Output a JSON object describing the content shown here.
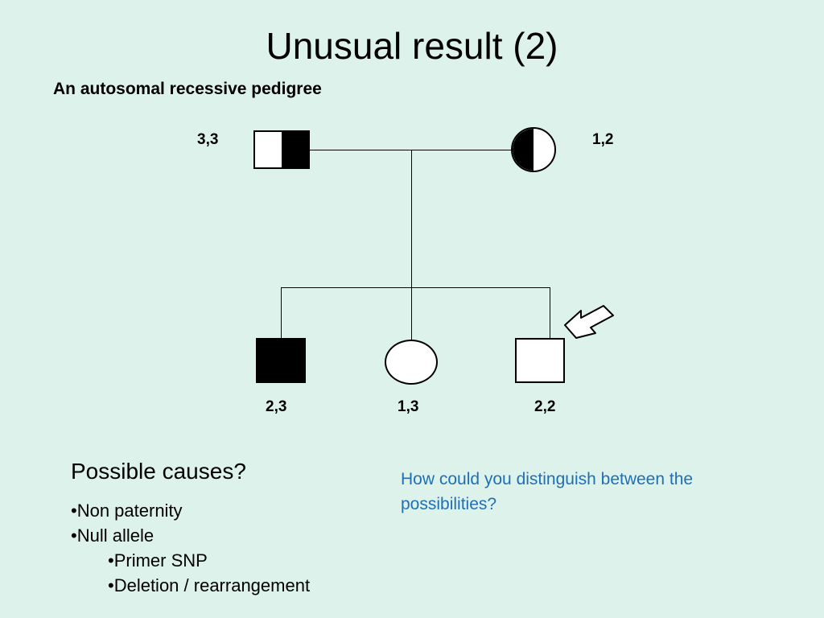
{
  "slide": {
    "title": "Unusual result (2)",
    "subtitle": "An autosomal recessive pedigree",
    "background_color": "#ddf2ea",
    "text_color": "#000000",
    "accent_color": "#1f6fb5"
  },
  "pedigree": {
    "father": {
      "label": "3,3",
      "shape": "square",
      "fill": "half-filled-right"
    },
    "mother": {
      "label": "1,2",
      "shape": "circle",
      "fill": "half-filled-left"
    },
    "children": [
      {
        "label": "2,3",
        "shape": "square",
        "fill": "filled"
      },
      {
        "label": "1,3",
        "shape": "circle",
        "fill": "empty"
      },
      {
        "label": "2,2",
        "shape": "square",
        "fill": "empty",
        "marker": "arrow-icon"
      }
    ]
  },
  "causes": {
    "heading": "Possible causes?",
    "items": [
      {
        "text": "•Non paternity",
        "level": 1
      },
      {
        "text": "•Null allele",
        "level": 1
      },
      {
        "text": "•Primer SNP",
        "level": 2
      },
      {
        "text": "•Deletion / rearrangement",
        "level": 2
      }
    ]
  },
  "question": {
    "text": "How could you distinguish between the possibilities?"
  }
}
